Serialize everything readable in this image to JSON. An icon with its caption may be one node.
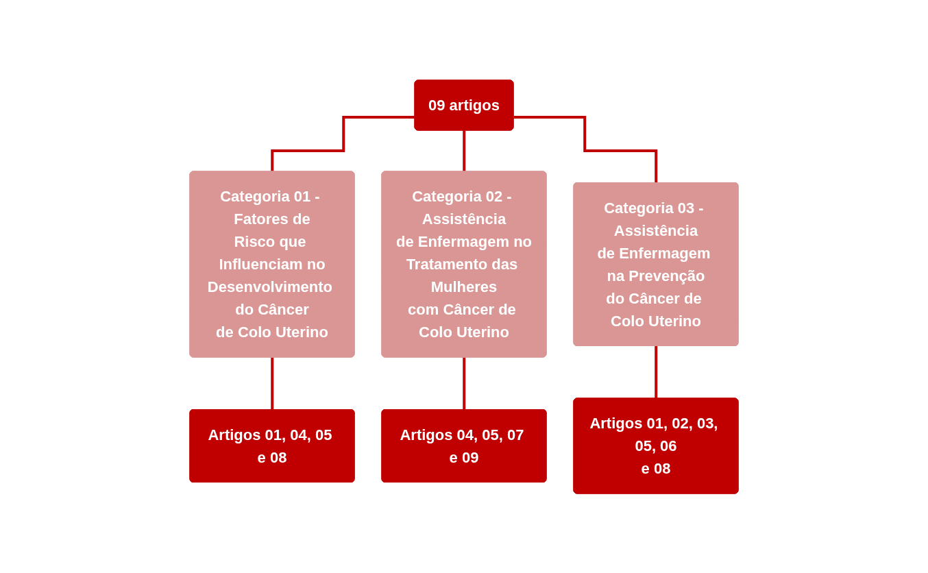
{
  "diagram": {
    "nodes": [
      {
        "text": [
          "09 artigos"
        ]
      },
      {
        "text": [
          "Categoria 01 - Fatores de Risco que Influenciam no Desenvolvimento do Câncer de Colo Uterino"
        ]
      },
      {
        "text": [
          "Categoria 02 - Assistência de Enfermagem no Tratamento das Mulheres com Câncer de Colo Uterino"
        ]
      },
      {
        "text": [
          "Categoria 03 - Assistência de Enfermagem na Prevenção do Câncer de Colo Uterino"
        ]
      },
      {
        "text": [
          "Artigos 01, 04, 05 e 08"
        ]
      },
      {
        "text": [
          "Artigos 04, 05, 07 e 09"
        ]
      },
      {
        "text": [
          "Artigos 01, 02, 03, 05, 06 e 08"
        ]
      }
    ],
    "edges": [
      {
        "from": 0,
        "to": 1,
        "arrow": "none"
      },
      {
        "from": 0,
        "to": 2,
        "arrow": "none"
      },
      {
        "from": 0,
        "to": 3,
        "arrow": "none"
      },
      {
        "from": 1,
        "to": 4,
        "arrow": "none"
      },
      {
        "from": 2,
        "to": 5,
        "arrow": "none"
      },
      {
        "from": 3,
        "to": 6,
        "arrow": "none"
      }
    ]
  }
}
